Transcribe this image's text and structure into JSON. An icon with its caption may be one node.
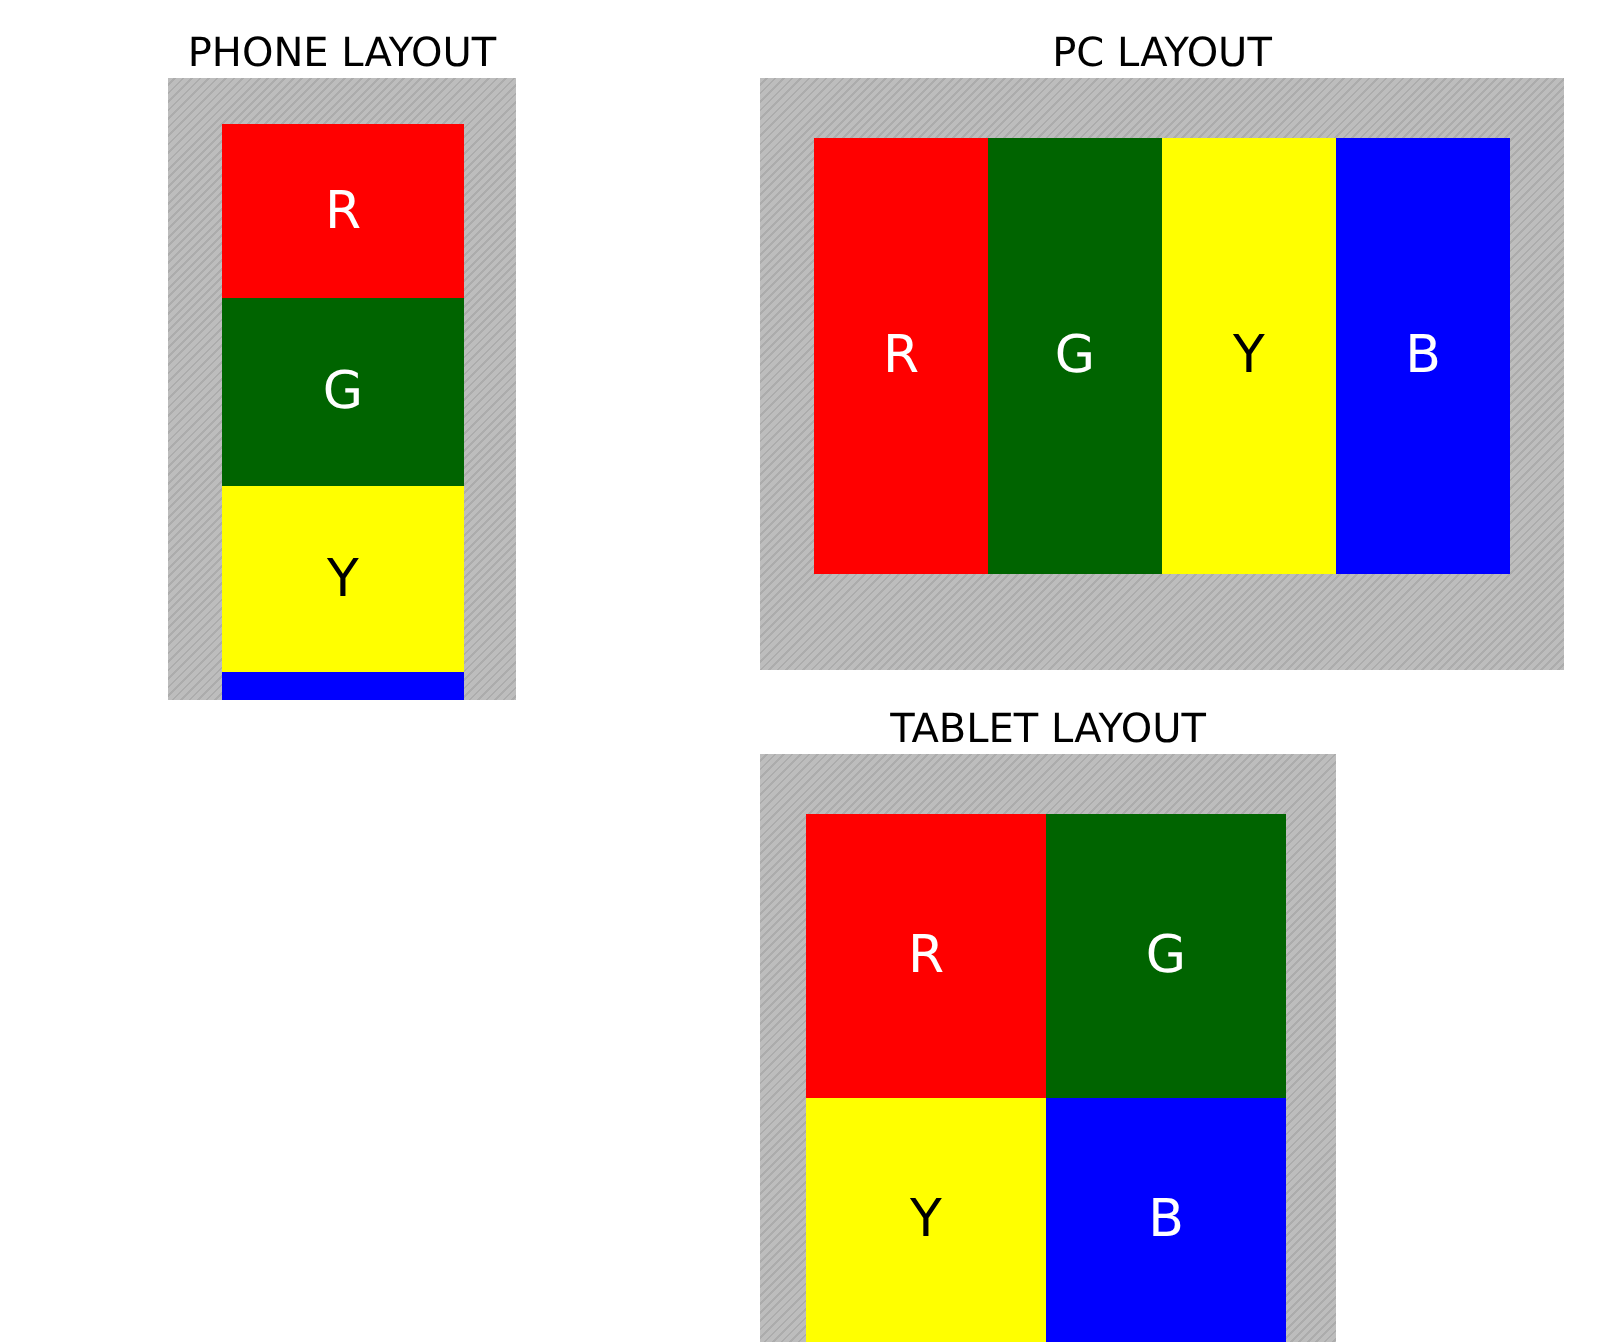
{
  "diagram": {
    "nodes": [
      {
        "text": [
          "PHONE LAYOUT"
        ]
      },
      {
        "text": [
          "R"
        ],
        "in": 0
      },
      {
        "text": [
          "G"
        ],
        "in": 0
      },
      {
        "text": [
          "Y"
        ],
        "in": 0
      },
      {
        "text": [],
        "shape": "bar",
        "in": 0
      },
      {
        "text": [
          "PC LAYOUT"
        ]
      },
      {
        "text": [
          "R"
        ],
        "in": 5
      },
      {
        "text": [
          "G"
        ],
        "in": 5
      },
      {
        "text": [
          "Y"
        ],
        "in": 5
      },
      {
        "text": [
          "B"
        ],
        "in": 5
      },
      {
        "text": [
          "TABLET LAYOUT"
        ]
      },
      {
        "text": [
          "R"
        ],
        "in": 10
      },
      {
        "text": [
          "G"
        ],
        "in": 10
      },
      {
        "text": [
          "Y"
        ],
        "in": 10
      },
      {
        "text": [
          "B"
        ],
        "in": 10
      }
    ]
  }
}
